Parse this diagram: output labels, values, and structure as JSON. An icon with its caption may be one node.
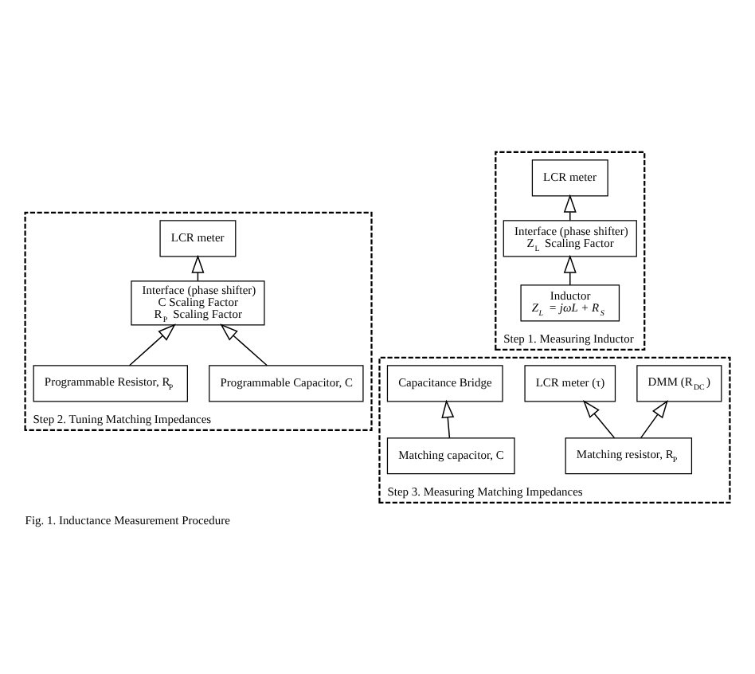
{
  "diagram": {
    "caption": "Fig. 1. Inductance Measurement Procedure",
    "nodes": [
      {
        "text": [
          "Step 1. Measuring Inductor"
        ]
      },
      {
        "text": [
          "LCR meter"
        ],
        "in": 0
      },
      {
        "text": [
          "Interface (phase shifter)",
          "Z$_{L}$ Scaling Factor"
        ],
        "in": 0
      },
      {
        "text": [
          "Inductor",
          "Z$_{L}$ = jωL + R$_{S}$"
        ],
        "in": 0
      },
      {
        "text": [
          "Step 2. Tuning Matching Impedances"
        ]
      },
      {
        "text": [
          "LCR meter"
        ],
        "in": 4
      },
      {
        "text": [
          "Interface (phase shifter)",
          "C Scaling Factor",
          "R$_{P}$ Scaling Factor"
        ],
        "in": 4
      },
      {
        "text": [
          "Programmable Capacitor, C"
        ],
        "in": 4
      },
      {
        "text": [
          "Programmable Resistor, R$_{P}$"
        ],
        "in": 4
      },
      {
        "text": [
          "Step 3. Measuring Matching Impedances"
        ]
      },
      {
        "text": [
          "LCR meter (τ)"
        ],
        "in": 9
      },
      {
        "text": [
          "DMM (R$_{DC}$)"
        ],
        "in": 9
      },
      {
        "text": [
          "Capacitance Bridge"
        ],
        "in": 9
      },
      {
        "text": [
          "Matching resistor, R$_{P}$"
        ],
        "in": 9
      },
      {
        "text": [
          "Matching capacitor, C"
        ],
        "in": 9
      }
    ],
    "edges": [
      {
        "from": 3,
        "to": 2,
        "arrow": "to"
      },
      {
        "from": 2,
        "to": 1,
        "arrow": "to"
      },
      {
        "from": 7,
        "to": 6,
        "arrow": "to"
      },
      {
        "from": 8,
        "to": 6,
        "arrow": "to"
      },
      {
        "from": 6,
        "to": 5,
        "arrow": "to"
      },
      {
        "from": 13,
        "to": 10,
        "arrow": "to"
      },
      {
        "from": 13,
        "to": 11,
        "arrow": "to"
      },
      {
        "from": 14,
        "to": 12,
        "arrow": "to"
      }
    ]
  }
}
